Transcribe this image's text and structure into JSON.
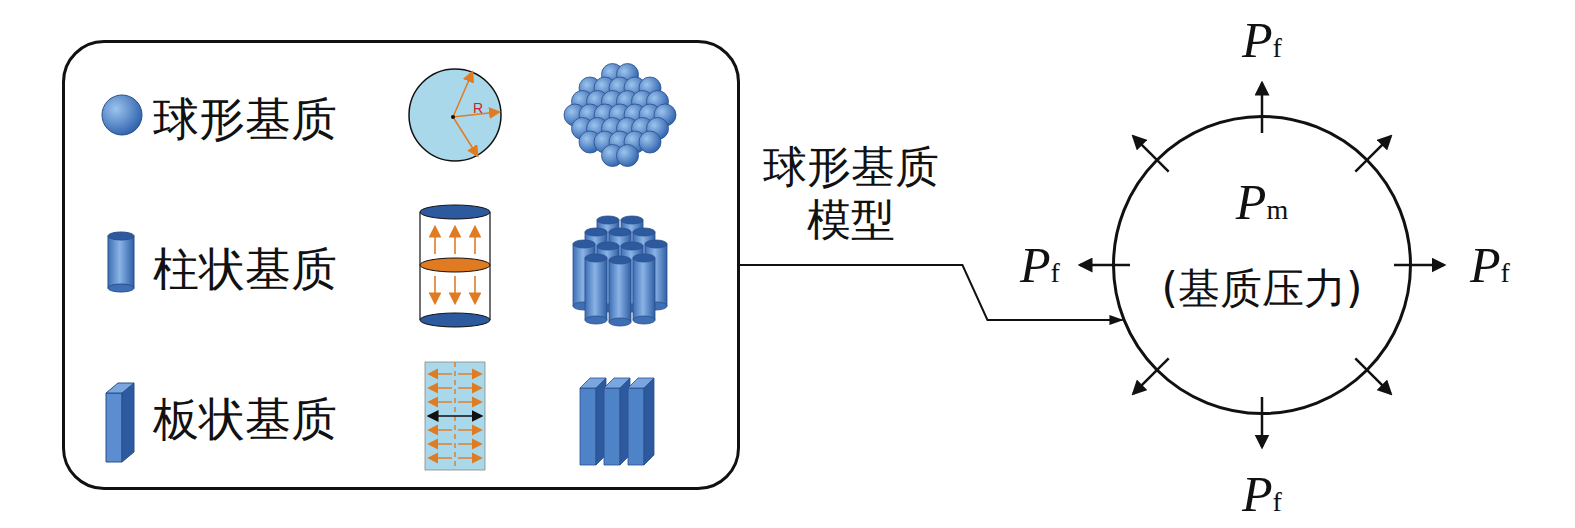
{
  "diagram": {
    "nodes": [
      {
        "text": [
          "球形基质",
          "柱状基质",
          "板状基质"
        ]
      },
      {
        "text": [
          "Pm",
          "(基质压力)"
        ]
      }
    ],
    "edges": [
      {
        "from": 0,
        "to": 1,
        "arrow": "to",
        "label": "球形基质 模型"
      }
    ],
    "labels": [
      "R",
      "Pf",
      "Pf",
      "Pf",
      "Pf"
    ]
  }
}
